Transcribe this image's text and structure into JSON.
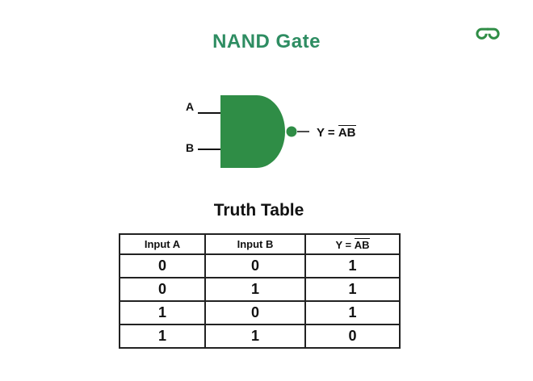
{
  "header": {
    "title": "NAND Gate",
    "logo_name": "geeksforgeeks-logo"
  },
  "colors": {
    "title_green": "#2e8d62",
    "gate_green": "#2f8d46",
    "logo_green": "#2f8d46",
    "ink": "#111111",
    "table_border": "#222222"
  },
  "gate": {
    "type": "NAND",
    "input_a_label": "A",
    "input_b_label": "B",
    "output_prefix": "Y = ",
    "output_overline": "AB"
  },
  "truth_table": {
    "heading": "Truth Table",
    "columns": [
      {
        "prefix": "Input A",
        "overline": ""
      },
      {
        "prefix": "Input B",
        "overline": ""
      },
      {
        "prefix": "Y = ",
        "overline": "AB"
      }
    ],
    "rows": [
      [
        "0",
        "0",
        "1"
      ],
      [
        "0",
        "1",
        "1"
      ],
      [
        "1",
        "0",
        "1"
      ],
      [
        "1",
        "1",
        "0"
      ]
    ]
  }
}
